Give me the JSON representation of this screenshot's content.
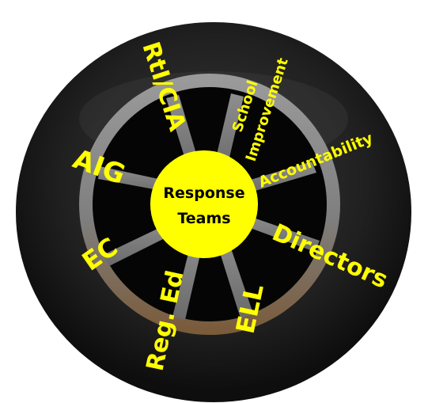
{
  "hub": {
    "line1": "Response",
    "line2": "Teams"
  },
  "labels": {
    "rti": "RtI/CIA",
    "school_line1": "School",
    "school_line2": "Improvement",
    "accountability": "Accountability",
    "aig": "AIG",
    "directors": "Directors",
    "ec": "EC",
    "reg_ed": "Reg. Ed",
    "ell": "ELL"
  },
  "colors": {
    "tire": "#1b1b1b",
    "rim": "#8a8a8a",
    "hub": "#ffff00",
    "label": "#ffff00"
  }
}
